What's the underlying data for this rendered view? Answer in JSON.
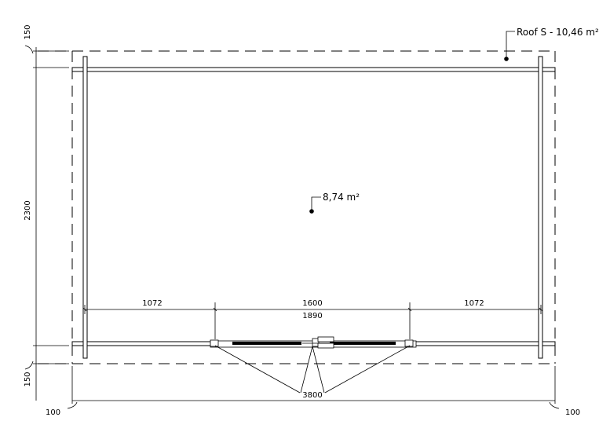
{
  "dimensions": {
    "roof_overhang_top": "150",
    "height": "2300",
    "roof_overhang_bottom": "150",
    "overhang_left": "100",
    "overhang_right": "100",
    "segment_left": "1072",
    "segment_middle": "1600",
    "segment_right": "1072",
    "door_width": "1890",
    "total_width": "3800"
  },
  "labels": {
    "roof_area": "Roof S - 10,46 m²",
    "floor_area": "8,74 m²"
  }
}
